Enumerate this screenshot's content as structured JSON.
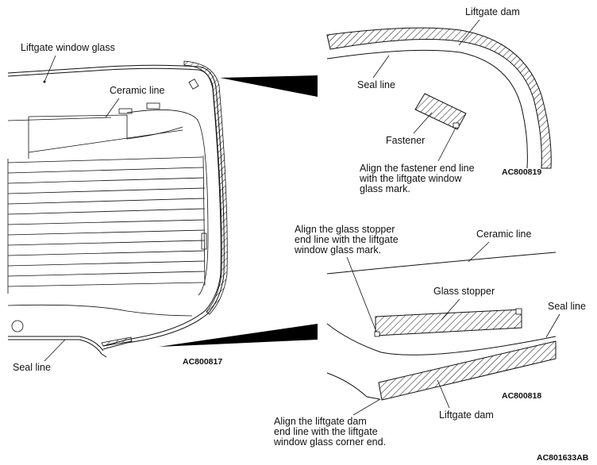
{
  "figure_code": "AC801633AB",
  "left_panel": {
    "code": "AC800817",
    "labels": {
      "glass": "Liftgate window glass",
      "ceramic": "Ceramic line",
      "seal": "Seal line"
    }
  },
  "top_right_panel": {
    "code": "AC800819",
    "labels": {
      "dam": "Liftgate dam",
      "seal": "Seal line",
      "fastener": "Fastener",
      "instruction": [
        "Align the fastener end line",
        "with the liftgate window",
        "glass mark."
      ]
    }
  },
  "bottom_right_panel": {
    "code": "AC800818",
    "labels": {
      "ceramic": "Ceramic line",
      "stopper": "Glass stopper",
      "seal": "Seal line",
      "dam": "Liftgate dam",
      "stopper_instruction": [
        "Align the glass stopper",
        "end line with the liftgate",
        "window glass mark."
      ],
      "dam_instruction": [
        "Align the liftgate dam",
        "end line with the liftgate",
        "window glass corner end."
      ]
    }
  }
}
